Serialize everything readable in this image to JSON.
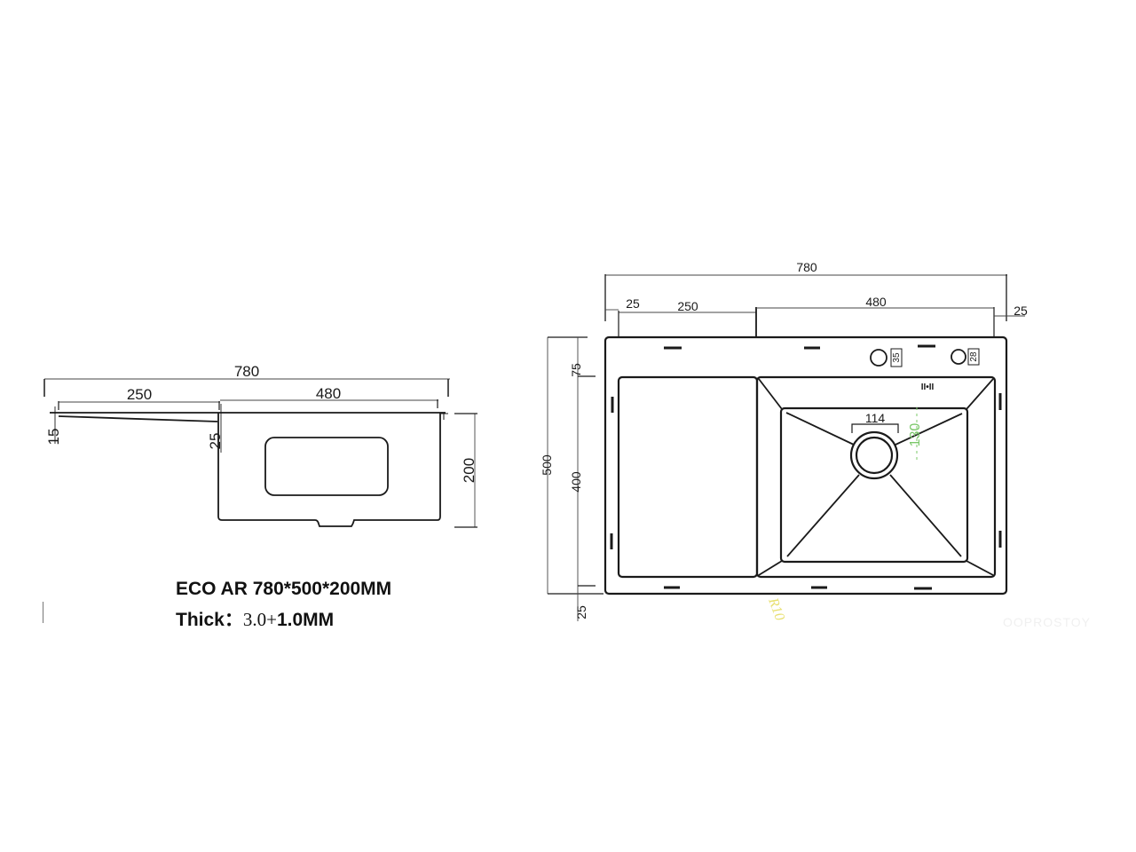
{
  "side_view": {
    "overall_length": "780",
    "drainboard_length": "250",
    "bowl_length": "480",
    "drainboard_edge_thickness": "15",
    "drainboard_step": "25",
    "depth": "200"
  },
  "top_view": {
    "overall_length": "780",
    "left_margin": "25",
    "drainboard_length": "250",
    "bowl_length": "480",
    "right_margin": "25",
    "overall_width": "500",
    "top_margin": "75",
    "bowl_width": "400",
    "bottom_margin": "25",
    "faucet_hole_1": "35",
    "faucet_hole_2": "28",
    "drain_diameter": "114",
    "drain_offset": "130",
    "corner_radius": "R10",
    "overflow_mark": "II•II"
  },
  "caption": {
    "model": "ECO AR 780*500*200MM",
    "thick_label": "Thick：",
    "thick_value_a": "3.0+",
    "thick_value_b": "1.0MM"
  },
  "watermark": "OOPROSTOY",
  "colors": {
    "line": "#1a1a1a",
    "dimension_green": "#7bc86a",
    "radius_yellow": "#e8e070"
  }
}
